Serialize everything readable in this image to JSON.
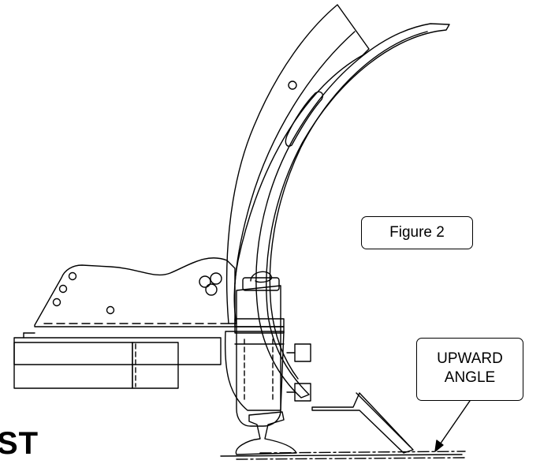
{
  "figure_label": "Figure 2",
  "callout": {
    "line1": "UPWARD",
    "line2": "ANGLE"
  },
  "partial_text": "ST",
  "colors": {
    "line": "#000000",
    "background": "#ffffff"
  }
}
